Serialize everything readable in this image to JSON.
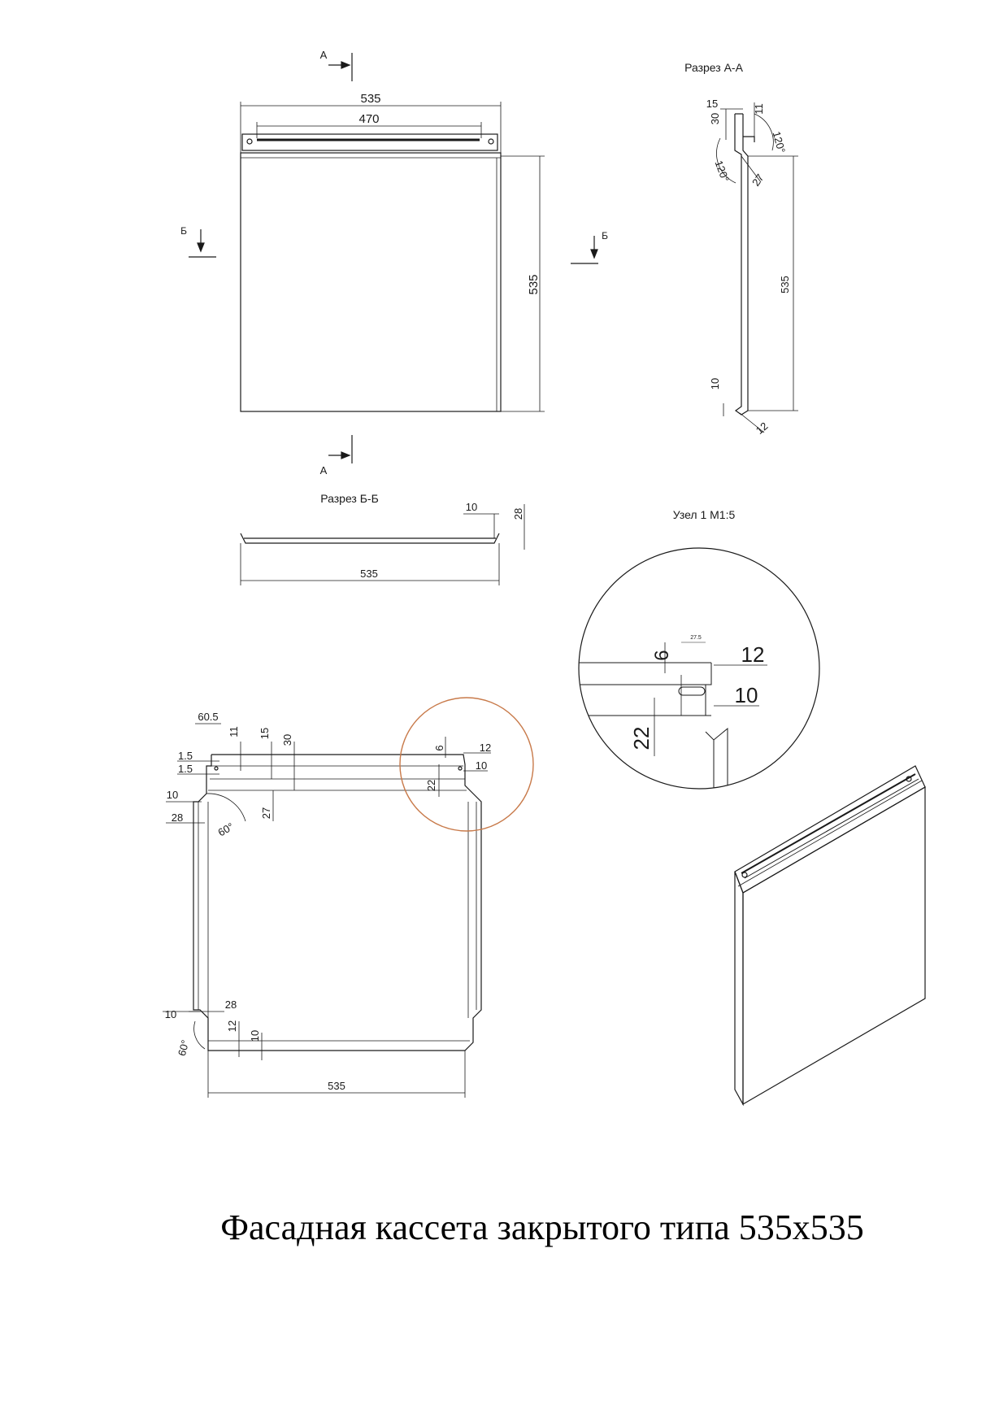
{
  "views": {
    "front": {
      "width": "535",
      "rail": "470",
      "height": "535"
    },
    "section_aa": {
      "label": "Разрез А-А",
      "d15": "15",
      "d30": "30",
      "d11": "11",
      "a1": "120°",
      "a2": "120°",
      "d27": "27",
      "d535": "535",
      "d10": "10",
      "d12": "12"
    },
    "section_bb": {
      "label": "Разрез Б-Б",
      "d10": "10",
      "d28": "28",
      "d535": "535"
    },
    "node": {
      "label": "Узел 1 М1:5",
      "d27": "27.5",
      "d6": "6",
      "d12": "12",
      "d10": "10",
      "d22": "22"
    },
    "blank": {
      "d605": "60.5",
      "d11": "11",
      "d15": "15",
      "d30": "30",
      "d15a": "1.5",
      "d15b": "1.5",
      "d10": "10",
      "d28": "28",
      "d27": "27",
      "a60": "60°",
      "n6": "6",
      "n12": "12",
      "n10": "10",
      "n22": "22",
      "b10": "10",
      "b28": "28",
      "b12": "12",
      "b10b": "10",
      "b60": "60°",
      "b535": "535"
    }
  },
  "markers": {
    "a_top": "А",
    "a_bottom": "А",
    "b_left": "Б",
    "b_right": "Б"
  },
  "title": "Фасадная кассета закрытого типа 535x535",
  "colors": {
    "line": "#1a1a1a",
    "highlight_circle": "#c87a4a",
    "background": "#ffffff"
  }
}
